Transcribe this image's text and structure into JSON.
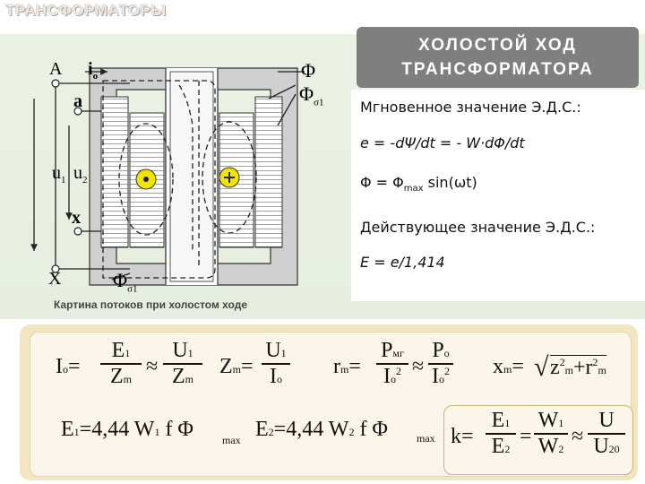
{
  "header": {
    "section_title": "ТРАНСФОРМАТОРЫ",
    "heading_line1": "ХОЛОСТОЙ ХОД",
    "heading_line2": "ТРАНСФОРМАТОРА"
  },
  "text_block": {
    "line1": "Мгновенное значение Э.Д.С.:",
    "line2": "e = -dΨ/dt = - W·dΦ/dt",
    "line3_main": "Φ = Φ",
    "line3_sub": "max",
    "line3_tail": " sin(ωt)",
    "line4": "Действующее значение Э.Д.С.:",
    "line5": "E = e/1,414"
  },
  "diagram": {
    "label_A": "A",
    "label_io": "i",
    "label_io_sub": "o",
    "label_a": "a",
    "label_u1": "u",
    "label_u1_sub": "1",
    "label_u2": "u",
    "label_u2_sub": "2",
    "label_x": "x",
    "label_X": "X",
    "label_Phi": "Φ",
    "label_Phi_s1": "Φ",
    "label_Phi_s1_sub": "σ1",
    "label_Phi_bottom": "Φ",
    "label_Phi_bottom_sub": "σ1",
    "dot_symbol": "⊙",
    "plus_symbol": "⊕",
    "caption": "Картина потоков при холостом ходе"
  },
  "formulas": {
    "I0_lhs": "I",
    "I0_lhs_sub": "o",
    "E1": "E",
    "E1_sub": "1",
    "Zm": "Z",
    "Zm_sub": "m",
    "U1": "U",
    "U1_sub": "1",
    "approx": "≈",
    "eq": "=",
    "Zm_lhs": "Z",
    "Zm_lhs_sub": "m",
    "I0": "I",
    "I0_sub": "o",
    "rm_lhs": "r",
    "rm_lhs_sub": "m",
    "Pmg": "P",
    "Pmg_sub": "мг",
    "P0": "P",
    "P0_sub": "o",
    "I0sq": "I",
    "I0sq_sub": "o",
    "sq_sup": "2",
    "xm_lhs": "x",
    "xm_lhs_sub": "m",
    "xm_rhs": "z",
    "xm_rhs_sub": "m",
    "plus_r": "+r",
    "rm_sub": "m",
    "E1_eq": "E",
    "E1_eq_sub": "1",
    "E1_rhs": "=4,44 W",
    "W1_sub": "1",
    "f_phi": " f Φ",
    "max_label": "max",
    "E2_eq": "E",
    "E2_eq_sub": "2",
    "E2_rhs": "=4,44 W",
    "W2_sub": "2",
    "k_lhs": "k=",
    "E2_frac": "E",
    "E2_frac_sub": "2",
    "W1": "W",
    "W1_frac_sub": "1",
    "W2": "W",
    "W2_frac_sub": "2",
    "U": "U",
    "U20": "U",
    "U20_sub": "20"
  },
  "colors": {
    "panel_green": "#e6efdf",
    "heading_gray": "#7f7f7f",
    "formula_frame": "#f3e5c4",
    "formula_fill": "#fbf6e9",
    "winding_yellow": "#f2e600"
  }
}
